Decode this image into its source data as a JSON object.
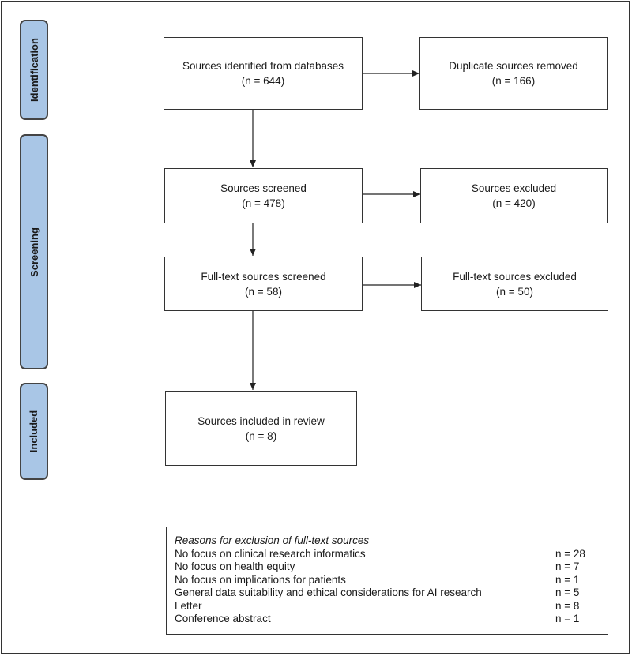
{
  "stages": [
    {
      "id": "identification",
      "label": "Identification"
    },
    {
      "id": "screening",
      "label": "Screening"
    },
    {
      "id": "included",
      "label": "Included"
    }
  ],
  "boxes": {
    "identified": {
      "title": "Sources identified from databases",
      "count": "(n = 644)"
    },
    "duplicates": {
      "title": "Duplicate sources removed",
      "count": "(n = 166)"
    },
    "screened": {
      "title": "Sources screened",
      "count": "(n = 478)"
    },
    "excluded": {
      "title": "Sources excluded",
      "count": "(n = 420)"
    },
    "fulltext_screened": {
      "title": "Full-text sources screened",
      "count": "(n = 58)"
    },
    "fulltext_excluded": {
      "title": "Full-text sources excluded",
      "count": "(n = 50)"
    },
    "included": {
      "title": "Sources included in review",
      "count": "(n = 8)"
    }
  },
  "reasons": {
    "heading": "Reasons for exclusion of full-text sources",
    "items": [
      {
        "label": "No focus on clinical research informatics",
        "count": "n = 28"
      },
      {
        "label": "No focus on health equity",
        "count": "n = 7"
      },
      {
        "label": "No focus on implications for patients",
        "count": "n = 1"
      },
      {
        "label": "General data suitability and ethical considerations for AI research",
        "count": "n = 5"
      },
      {
        "label": "Letter",
        "count": "n = 8"
      },
      {
        "label": "Conference abstract",
        "count": "n = 1"
      }
    ]
  }
}
